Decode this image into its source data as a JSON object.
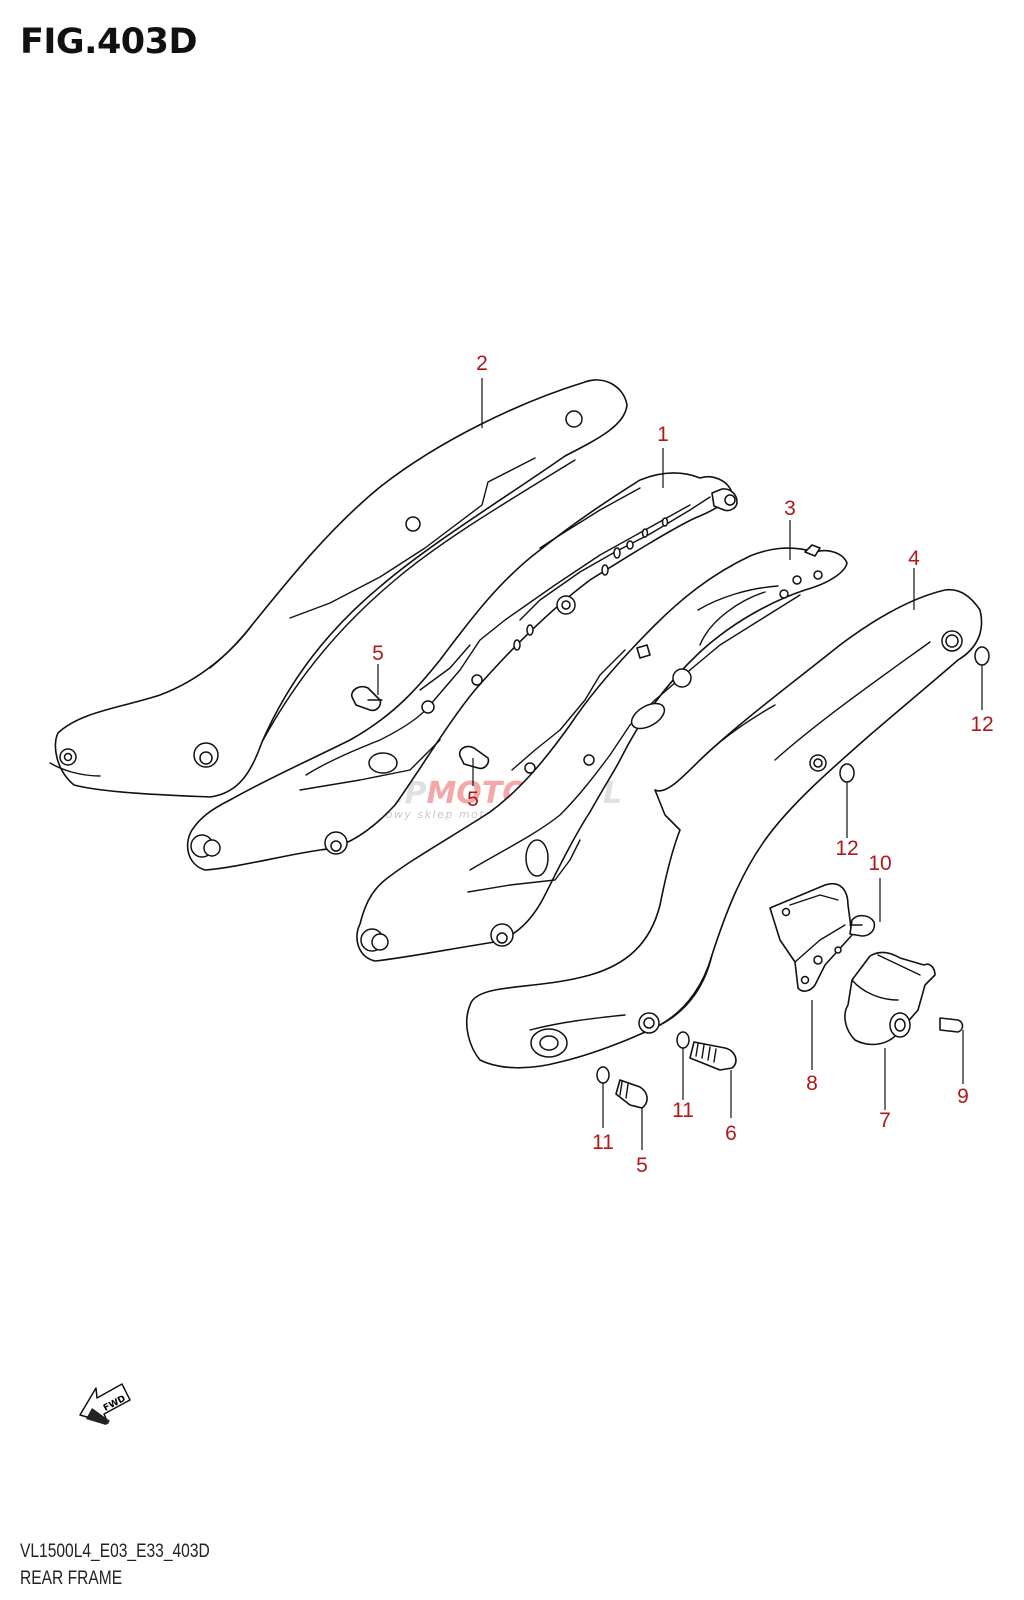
{
  "figure": {
    "title": "FIG.403D",
    "model_code": "VL1500L4_E03_E33_403D",
    "section_name": "REAR FRAME"
  },
  "watermark": {
    "brand_prefix": "SKLEP",
    "brand_accent": "MOTO",
    "brand_suffix": "26.PL",
    "tagline": "internetowy sklep motocyklowy"
  },
  "fwd_arrow": {
    "label": "FWD"
  },
  "callouts": [
    {
      "id": "c1",
      "label": "1"
    },
    {
      "id": "c2",
      "label": "2"
    },
    {
      "id": "c3",
      "label": "3"
    },
    {
      "id": "c4",
      "label": "4"
    },
    {
      "id": "c5a",
      "label": "5"
    },
    {
      "id": "c5b",
      "label": "5"
    },
    {
      "id": "c5c",
      "label": "5"
    },
    {
      "id": "c6",
      "label": "6"
    },
    {
      "id": "c7",
      "label": "7"
    },
    {
      "id": "c8",
      "label": "8"
    },
    {
      "id": "c9",
      "label": "9"
    },
    {
      "id": "c10",
      "label": "10"
    },
    {
      "id": "c11a",
      "label": "11"
    },
    {
      "id": "c11b",
      "label": "11"
    },
    {
      "id": "c12a",
      "label": "12"
    },
    {
      "id": "c12b",
      "label": "12"
    }
  ],
  "colors": {
    "callout": "#b01818",
    "line": "#111111",
    "watermark_accent": "#f08a8a"
  }
}
